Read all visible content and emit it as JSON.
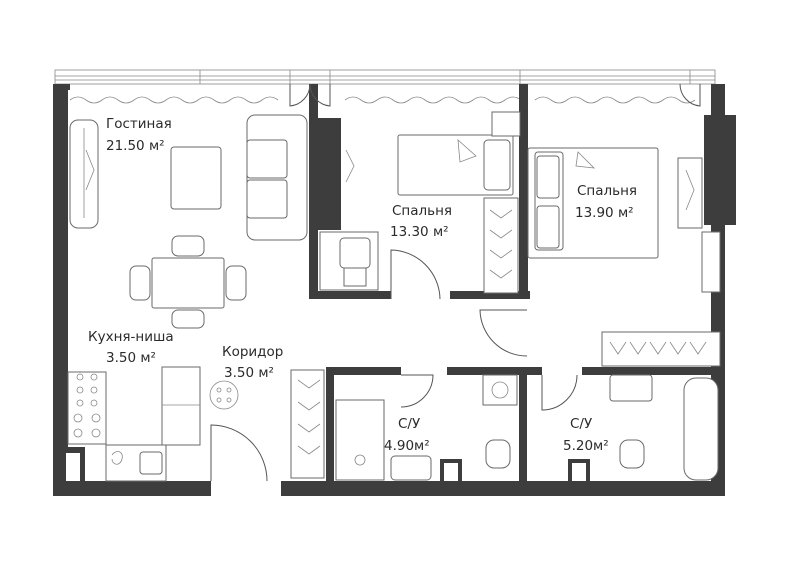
{
  "rooms": [
    {
      "id": "living",
      "name": "Гостиная",
      "area": "21.50 м²"
    },
    {
      "id": "bedroom1",
      "name": "Спальня",
      "area": "13.30 м²"
    },
    {
      "id": "bedroom2",
      "name": "Спальня",
      "area": "13.90 м²"
    },
    {
      "id": "kitchen",
      "name": "Кухня-ниша",
      "area": "3.50 м²"
    },
    {
      "id": "corridor",
      "name": "Коридор",
      "area": "3.50 м²"
    },
    {
      "id": "bath1",
      "name": "С/У",
      "area": "4.90м²"
    },
    {
      "id": "bath2",
      "name": "С/У",
      "area": "5.20м²"
    }
  ]
}
